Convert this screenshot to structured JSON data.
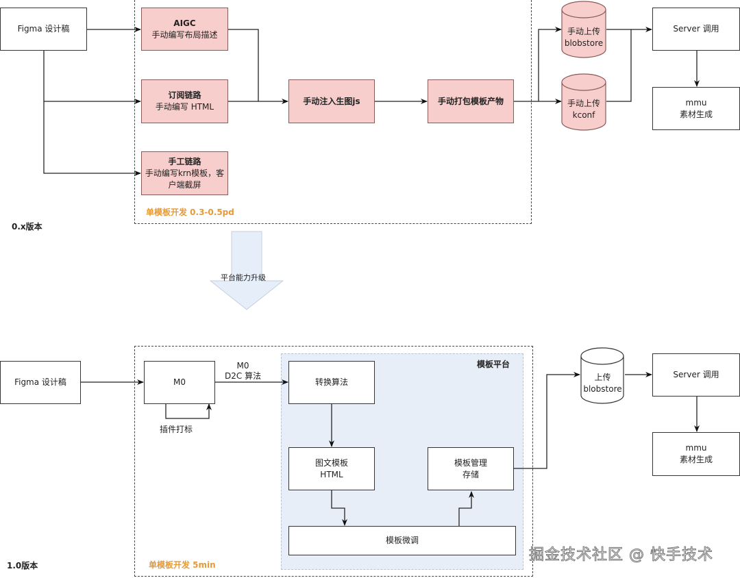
{
  "top": {
    "version_label": "0.x版本",
    "figma": "Figma 设计稿",
    "aigc": {
      "title": "AIGC",
      "subtitle": "手动编写布局描述"
    },
    "subscribe": {
      "title": "订阅链路",
      "subtitle": "手动编写 HTML"
    },
    "manual": {
      "title": "手工链路",
      "line1": "手动编写krn模板，客",
      "line2": "户端截屏"
    },
    "inject": "手动注入生图js",
    "package": "手动打包模板产物",
    "group_note": "单模板开发 0.3-0.5pd",
    "blob": {
      "line1": "手动上传",
      "line2": "blobstore"
    },
    "kconf": {
      "line1": "手动上传",
      "line2": "kconf"
    },
    "server": "Server 调用",
    "mmu": {
      "line1": "mmu",
      "line2": "素材生成"
    }
  },
  "transition": {
    "label": "平台能力升级"
  },
  "bottom": {
    "version_label": "1.0版本",
    "figma": "Figma 设计稿",
    "m0": "M0",
    "plugin_label": "插件打标",
    "edge_label": {
      "line1": "M0",
      "line2": "D2C 算法"
    },
    "platform_title": "模板平台",
    "convert": "转换算法",
    "template": {
      "line1": "图文模板",
      "line2": "HTML"
    },
    "manage": {
      "line1": "模板管理",
      "line2": "存储"
    },
    "tune": "模板微调",
    "group_note": "单模板开发 5min",
    "blob": {
      "line1": "上传",
      "line2": "blobstore"
    },
    "server": "Server 调用",
    "mmu": {
      "line1": "mmu",
      "line2": "素材生成"
    }
  },
  "watermark": "掘金技术社区 @ 快手技术",
  "colors": {
    "pink_fill": "#f8cecc",
    "platform_fill": "#e8eef8",
    "orange_note": "#e59a3a",
    "arrow_fill": "#e6eef9"
  }
}
